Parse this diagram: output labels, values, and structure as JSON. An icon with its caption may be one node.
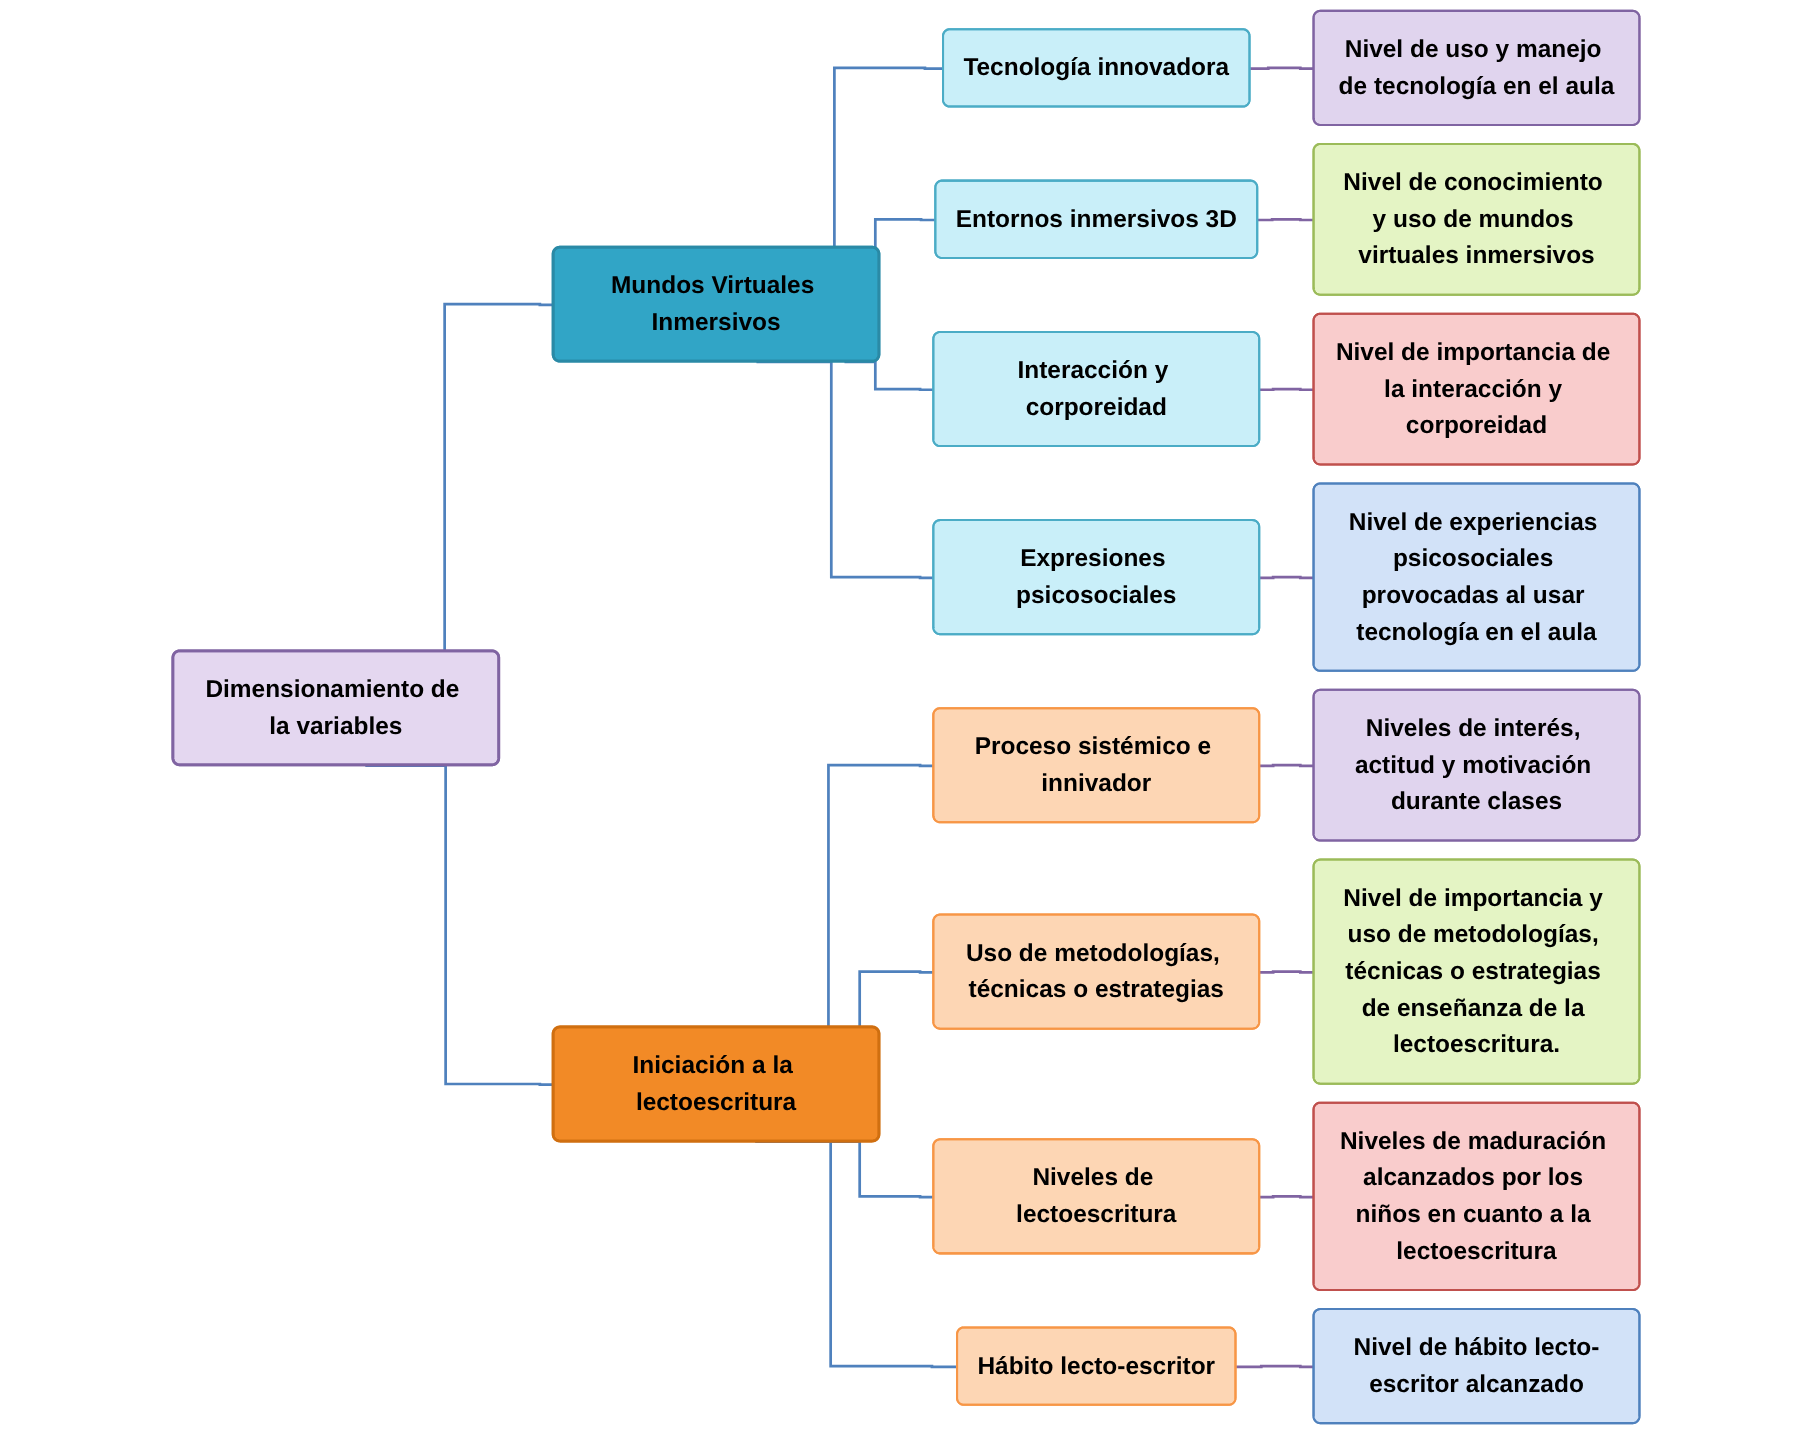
{
  "diagram": {
    "nodes": [
      {
        "text": [
          "Dimensionamiento de la variables"
        ]
      },
      {
        "text": [
          "Mundos Virtuales Inmersivos"
        ]
      },
      {
        "text": [
          "Tecnología innovadora"
        ]
      },
      {
        "text": [
          "Nivel de uso y manejo de tecnología en el aula"
        ]
      },
      {
        "text": [
          "Entornos inmersivos 3D"
        ]
      },
      {
        "text": [
          "Nivel de conocimiento y uso de mundos virtuales inmersivos"
        ]
      },
      {
        "text": [
          "Interacción y corporeidad"
        ]
      },
      {
        "text": [
          "Nivel de importancia de la interacción y corporeidad"
        ]
      },
      {
        "text": [
          "Expresiones psicosociales"
        ]
      },
      {
        "text": [
          "Nivel de experiencias psicosociales provocadas al usar tecnología en el aula"
        ]
      },
      {
        "text": [
          "Iniciación a la lectoescritura"
        ]
      },
      {
        "text": [
          "Proceso sistémico e innivador"
        ]
      },
      {
        "text": [
          "Niveles de interés, actitud y motivación durante clases"
        ]
      },
      {
        "text": [
          "Uso de metodologías, técnicas o estrategias"
        ]
      },
      {
        "text": [
          "Nivel de importancia y uso de metodologías, técnicas o estrategias de enseñanza de la lectoescritura."
        ]
      },
      {
        "text": [
          "Niveles de lectoescritura"
        ]
      },
      {
        "text": [
          "Niveles de maduración alcanzados por los niños en cuanto a la lectoescritura"
        ]
      },
      {
        "text": [
          "Hábito lecto-escritor"
        ]
      },
      {
        "text": [
          "Nivel de hábito lecto-escritor alcanzado"
        ]
      }
    ],
    "edges": [
      {
        "from": 0,
        "to": 1,
        "arrow": "none"
      },
      {
        "from": 0,
        "to": 10,
        "arrow": "none"
      },
      {
        "from": 1,
        "to": 2,
        "arrow": "none"
      },
      {
        "from": 1,
        "to": 4,
        "arrow": "none"
      },
      {
        "from": 1,
        "to": 6,
        "arrow": "none"
      },
      {
        "from": 1,
        "to": 8,
        "arrow": "none"
      },
      {
        "from": 2,
        "to": 3,
        "arrow": "none",
        "color": "#8064a2"
      },
      {
        "from": 4,
        "to": 5,
        "arrow": "none",
        "color": "#8064a2"
      },
      {
        "from": 6,
        "to": 7,
        "arrow": "none",
        "color": "#8064a2"
      },
      {
        "from": 8,
        "to": 9,
        "arrow": "none",
        "color": "#8064a2"
      },
      {
        "from": 10,
        "to": 11,
        "arrow": "none"
      },
      {
        "from": 10,
        "to": 13,
        "arrow": "none"
      },
      {
        "from": 10,
        "to": 15,
        "arrow": "none"
      },
      {
        "from": 10,
        "to": 17,
        "arrow": "none"
      },
      {
        "from": 11,
        "to": 12,
        "arrow": "none",
        "color": "#8064a2"
      },
      {
        "from": 13,
        "to": 14,
        "arrow": "none",
        "color": "#8064a2"
      },
      {
        "from": 15,
        "to": 16,
        "arrow": "none",
        "color": "#8064a2"
      },
      {
        "from": 17,
        "to": 18,
        "arrow": "none",
        "color": "#8064a2"
      }
    ]
  }
}
